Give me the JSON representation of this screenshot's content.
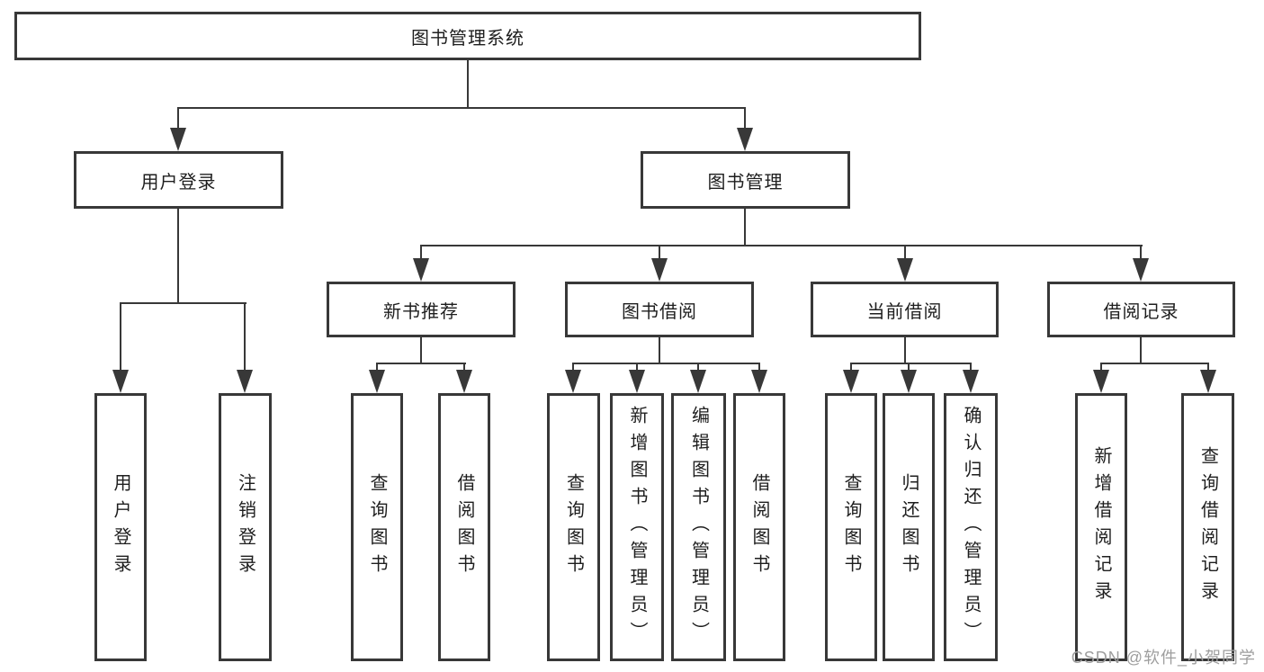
{
  "colors": {
    "background": "#ffffff",
    "line": "#383838",
    "box_border": "#383838",
    "text": "#1e1e1e",
    "watermark": "#9e9e9e"
  },
  "nodes": {
    "root": {
      "label": "图书管理系统"
    },
    "user_login": {
      "label": "用户登录"
    },
    "book_management": {
      "label": "图书管理"
    },
    "new_book_recommendation": {
      "label": "新书推荐"
    },
    "book_borrowing": {
      "label": "图书借阅"
    },
    "current_borrowing": {
      "label": "当前借阅"
    },
    "borrowing_records": {
      "label": "借阅记录"
    },
    "leaf_user_login": {
      "label": "用户登录"
    },
    "leaf_logout": {
      "label": "注销登录"
    },
    "leaf_query_books_recommend": {
      "label": "查询图书"
    },
    "leaf_borrow_books_recommend": {
      "label": "借阅图书"
    },
    "leaf_query_books_borrowing": {
      "label": "查询图书"
    },
    "leaf_add_books_admin": {
      "label": "新增图书（管理员）"
    },
    "leaf_edit_books_admin": {
      "label": "编辑图书（管理员）"
    },
    "leaf_borrow_books_borrowing": {
      "label": "借阅图书"
    },
    "leaf_query_books_current": {
      "label": "查询图书"
    },
    "leaf_return_books": {
      "label": "归还图书"
    },
    "leaf_confirm_return_admin": {
      "label": "确认归还（管理员）"
    },
    "leaf_add_borrow_record": {
      "label": "新增借阅记录"
    },
    "leaf_query_borrow_record": {
      "label": "查询借阅记录"
    }
  },
  "watermark": {
    "text": "CSDN @软件_小贺同学"
  }
}
